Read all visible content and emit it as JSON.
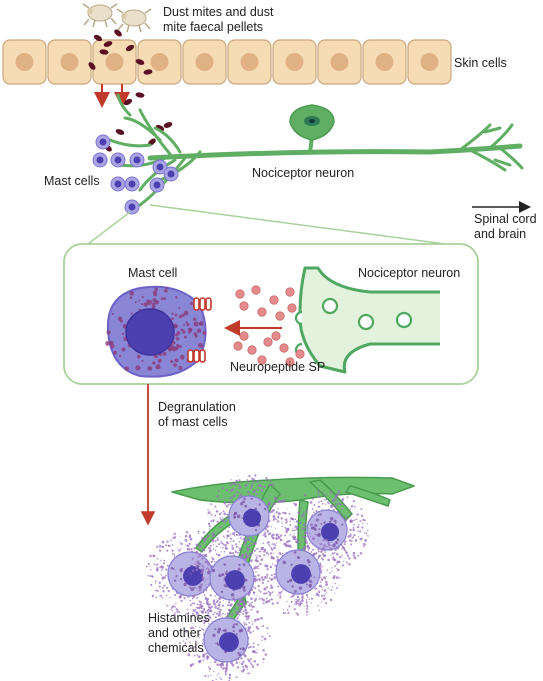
{
  "labels": {
    "dust_mites": "Dust mites and dust\nmite faecal pellets",
    "skin_cells": "Skin cells",
    "mast_cells": "Mast cells",
    "nociceptor_neuron": "Nociceptor neuron",
    "spinal_cord": "Spinal cord\nand brain",
    "mast_cell_detail": "Mast cell",
    "nociceptor_detail": "Nociceptor neuron",
    "neuropeptide": "Neuropeptide SP",
    "degranulation": "Degranulation\nof mast cells",
    "histamines": "Histamines\nand other\nchemicals"
  },
  "colors": {
    "skin_cell_fill": "#f6dcb4",
    "skin_nucleus": "#e0b184",
    "neuron_green": "#5fae63",
    "neuron_fill": "#e3f2dc",
    "mast_cell_fill": "#8a86d6",
    "mast_nucleus": "#4c3fb0",
    "arrow_red": "#c0392b",
    "pellet": "#5a0f22",
    "neuropeptide": "#e58b8b",
    "histamine_dots": "#9a6fc0"
  },
  "icons": [
    "dust-mite-icon",
    "arrow-right-icon"
  ]
}
